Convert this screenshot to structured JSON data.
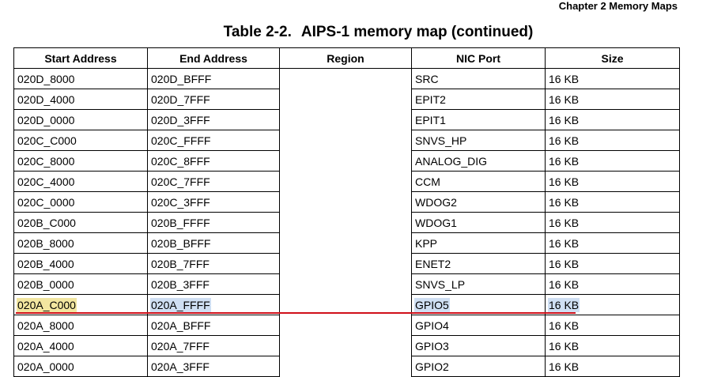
{
  "header": {
    "chapter": "Chapter 2 Memory Maps"
  },
  "title": {
    "number": "Table 2-2.",
    "text": "AIPS-1 memory map (continued)"
  },
  "table": {
    "columns": [
      "Start Address",
      "End Address",
      "Region",
      "NIC Port",
      "Size"
    ],
    "rows": [
      {
        "start": "020D_8000",
        "end": "020D_BFFF",
        "region": "",
        "port": "SRC",
        "size": "16 KB"
      },
      {
        "start": "020D_4000",
        "end": "020D_7FFF",
        "region": "",
        "port": "EPIT2",
        "size": "16 KB"
      },
      {
        "start": "020D_0000",
        "end": "020D_3FFF",
        "region": "",
        "port": "EPIT1",
        "size": "16 KB"
      },
      {
        "start": "020C_C000",
        "end": "020C_FFFF",
        "region": "",
        "port": "SNVS_HP",
        "size": "16 KB"
      },
      {
        "start": "020C_8000",
        "end": "020C_8FFF",
        "region": "",
        "port": "ANALOG_DIG",
        "size": "16 KB"
      },
      {
        "start": "020C_4000",
        "end": "020C_7FFF",
        "region": "",
        "port": "CCM",
        "size": "16 KB"
      },
      {
        "start": "020C_0000",
        "end": "020C_3FFF",
        "region": "",
        "port": "WDOG2",
        "size": "16 KB"
      },
      {
        "start": "020B_C000",
        "end": "020B_FFFF",
        "region": "",
        "port": "WDOG1",
        "size": "16 KB"
      },
      {
        "start": "020B_8000",
        "end": "020B_BFFF",
        "region": "",
        "port": "KPP",
        "size": "16 KB"
      },
      {
        "start": "020B_4000",
        "end": "020B_7FFF",
        "region": "",
        "port": "ENET2",
        "size": "16 KB"
      },
      {
        "start": "020B_0000",
        "end": "020B_3FFF",
        "region": "",
        "port": "SNVS_LP",
        "size": "16 KB"
      },
      {
        "start": "020A_C000",
        "end": "020A_FFFF",
        "region": "",
        "port": "GPIO5",
        "size": "16 KB",
        "highlighted": true
      },
      {
        "start": "020A_8000",
        "end": "020A_BFFF",
        "region": "",
        "port": "GPIO4",
        "size": "16 KB"
      },
      {
        "start": "020A_4000",
        "end": "020A_7FFF",
        "region": "",
        "port": "GPIO3",
        "size": "16 KB"
      },
      {
        "start": "020A_0000",
        "end": "020A_3FFF",
        "region": "",
        "port": "GPIO2",
        "size": "16 KB"
      }
    ]
  },
  "annotation": {
    "underline_color": "#d0101a",
    "start_highlight_color": "#f2e6a0",
    "other_highlight_color": "#cfdff3"
  }
}
